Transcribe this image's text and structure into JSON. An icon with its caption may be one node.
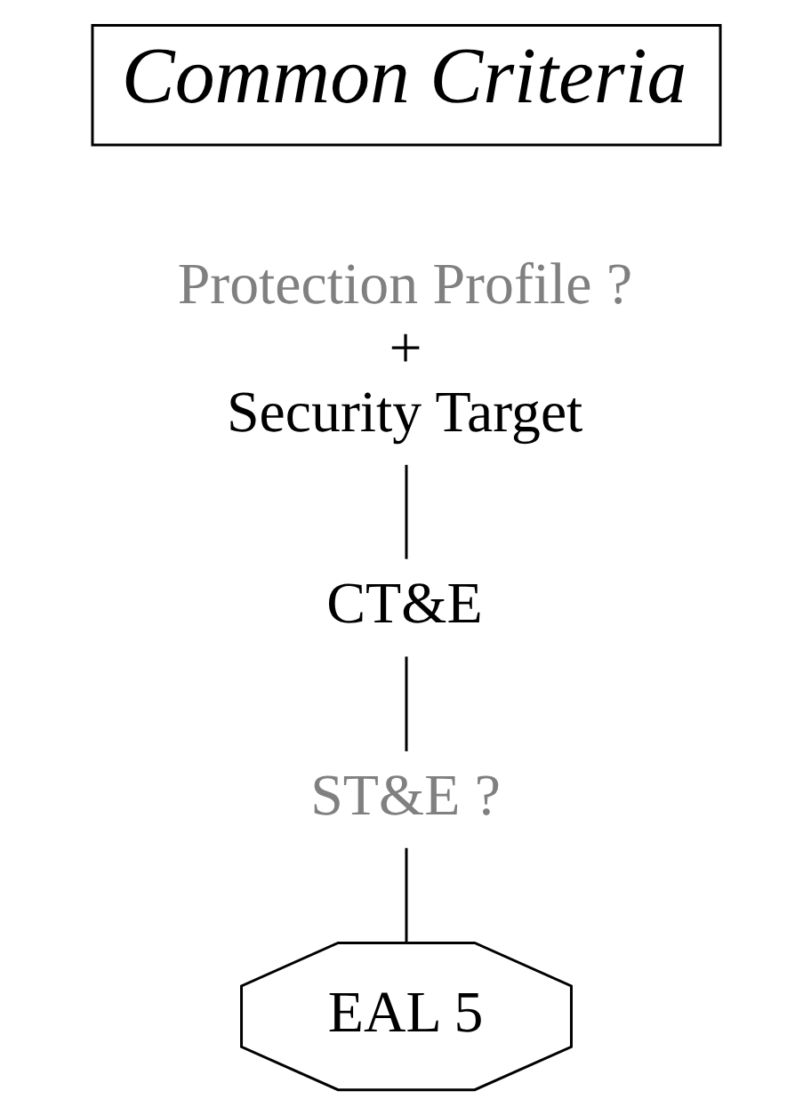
{
  "diagram": {
    "nodes": [
      {
        "text": [
          "Common Criteria"
        ]
      },
      {
        "text": [
          "Protection Profile ?",
          "+",
          "Security Target"
        ]
      },
      {
        "text": [
          "CT&E"
        ]
      },
      {
        "text": [
          "ST&E ?"
        ]
      },
      {
        "text": [
          "EAL 5"
        ]
      }
    ],
    "edges": [
      {
        "from": 1,
        "to": 2,
        "arrow": "none"
      },
      {
        "from": 2,
        "to": 3,
        "arrow": "none"
      },
      {
        "from": 3,
        "to": 4,
        "arrow": "none"
      }
    ]
  }
}
